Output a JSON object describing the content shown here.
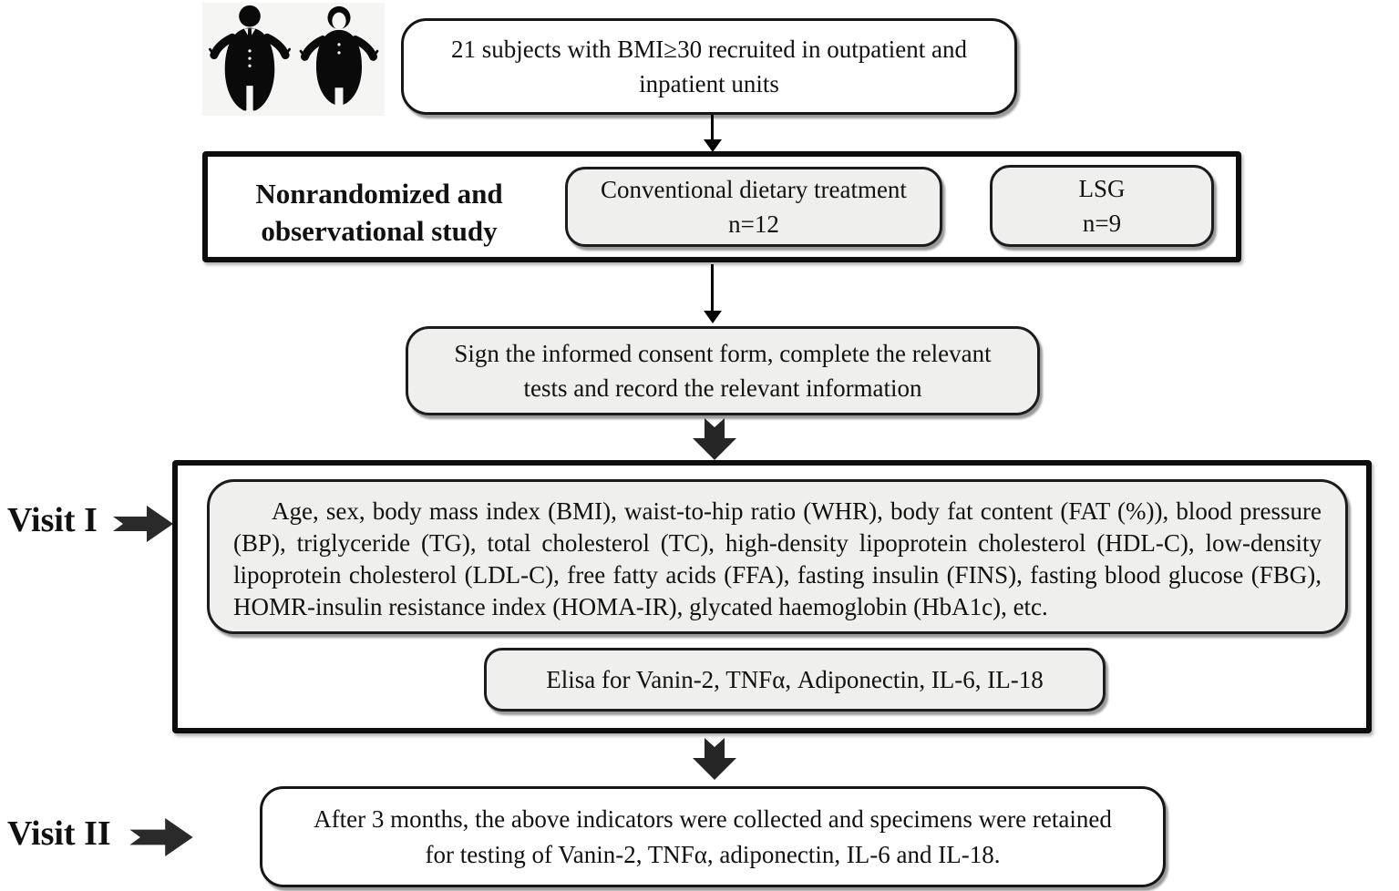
{
  "colors": {
    "node_gray": "#efefee",
    "node_white": "#ffffff",
    "line_black": "#111111",
    "icon_panel_bg": "#f5f5f3"
  },
  "recruit_box": {
    "text": "21 subjects with BMI≥30 recruited in outpatient and inpatient units"
  },
  "study_box": {
    "title": "Nonrandomized and observational study",
    "arms": [
      {
        "name": "Conventional dietary treatment",
        "n": "n=12"
      },
      {
        "name": "LSG",
        "n": "n=9"
      }
    ]
  },
  "consent_box": {
    "text": "Sign the informed consent form, complete the relevant tests and record the relevant information"
  },
  "visit1": {
    "label": "Visit I",
    "measurements": "Age, sex, body mass index (BMI), waist-to-hip ratio (WHR), body fat content (FAT (%)), blood pressure (BP), triglyceride (TG), total cholesterol (TC), high-density lipoprotein cholesterol (HDL-C), low-density lipoprotein cholesterol (LDL-C), free fatty acids (FFA), fasting insulin (FINS), fasting blood glucose (FBG), HOMR-insulin resistance index (HOMA-IR), glycated haemoglobin (HbA1c), etc.",
    "elisa": "Elisa for Vanin-2, TNFα, Adiponectin, IL-6, IL-18"
  },
  "visit2": {
    "label": "Visit II",
    "text": "After 3 months, the above indicators were collected and specimens were retained for testing of Vanin-2, TNFα, adiponectin, IL-6 and IL-18."
  },
  "icons": {
    "man": "obese-man-icon",
    "woman": "obese-woman-icon"
  }
}
